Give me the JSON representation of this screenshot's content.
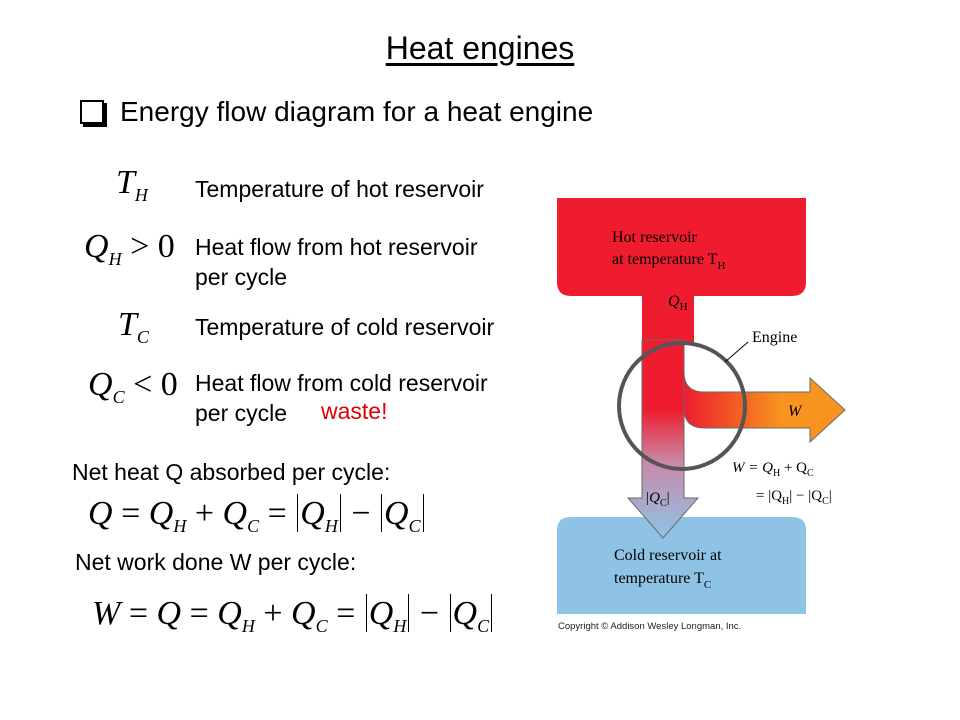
{
  "title": "Heat engines",
  "subtitle": "Energy flow diagram for a heat engine",
  "definitions": [
    {
      "symbol": "T",
      "sub": "H",
      "rel": "",
      "text": "Temperature of hot reservoir"
    },
    {
      "symbol": "Q",
      "sub": "H",
      "rel": "> 0",
      "text": "Heat flow from hot reservoir",
      "text2": "per cycle"
    },
    {
      "symbol": "T",
      "sub": "C",
      "rel": "",
      "text": "Temperature of cold reservoir"
    },
    {
      "symbol": "Q",
      "sub": "C",
      "rel": "< 0",
      "text": "Heat flow from cold reservoir",
      "text2": "per cycle"
    }
  ],
  "waste_label": "waste!",
  "net_heat_label": "Net heat Q  absorbed per cycle:",
  "net_work_label": "Net work done W  per cycle:",
  "diagram": {
    "hot_line1": "Hot reservoir",
    "hot_line2": "at temperature T",
    "hot_sub": "H",
    "qh": "Q",
    "qh_sub": "H",
    "engine": "Engine",
    "w": "W",
    "qc": "|Q",
    "qc_sub": "C",
    "qc_end": "|",
    "cold_line1": "Cold reservoir at",
    "cold_line2": "temperature T",
    "cold_sub": "C",
    "eq1": "W = Q",
    "eq1_s1": "H",
    "eq1_mid": " + Q",
    "eq1_s2": "C",
    "eq2": "= |Q",
    "eq2_s1": "H",
    "eq2_mid": "| − |Q",
    "eq2_s2": "C",
    "eq2_end": "|",
    "copyright": "Copyright © Addison Wesley Longman, Inc.",
    "colors": {
      "hot": "#ee1c2e",
      "cold": "#8ec3e6",
      "work": "#f7931e",
      "engine_ring": "#555555"
    }
  }
}
